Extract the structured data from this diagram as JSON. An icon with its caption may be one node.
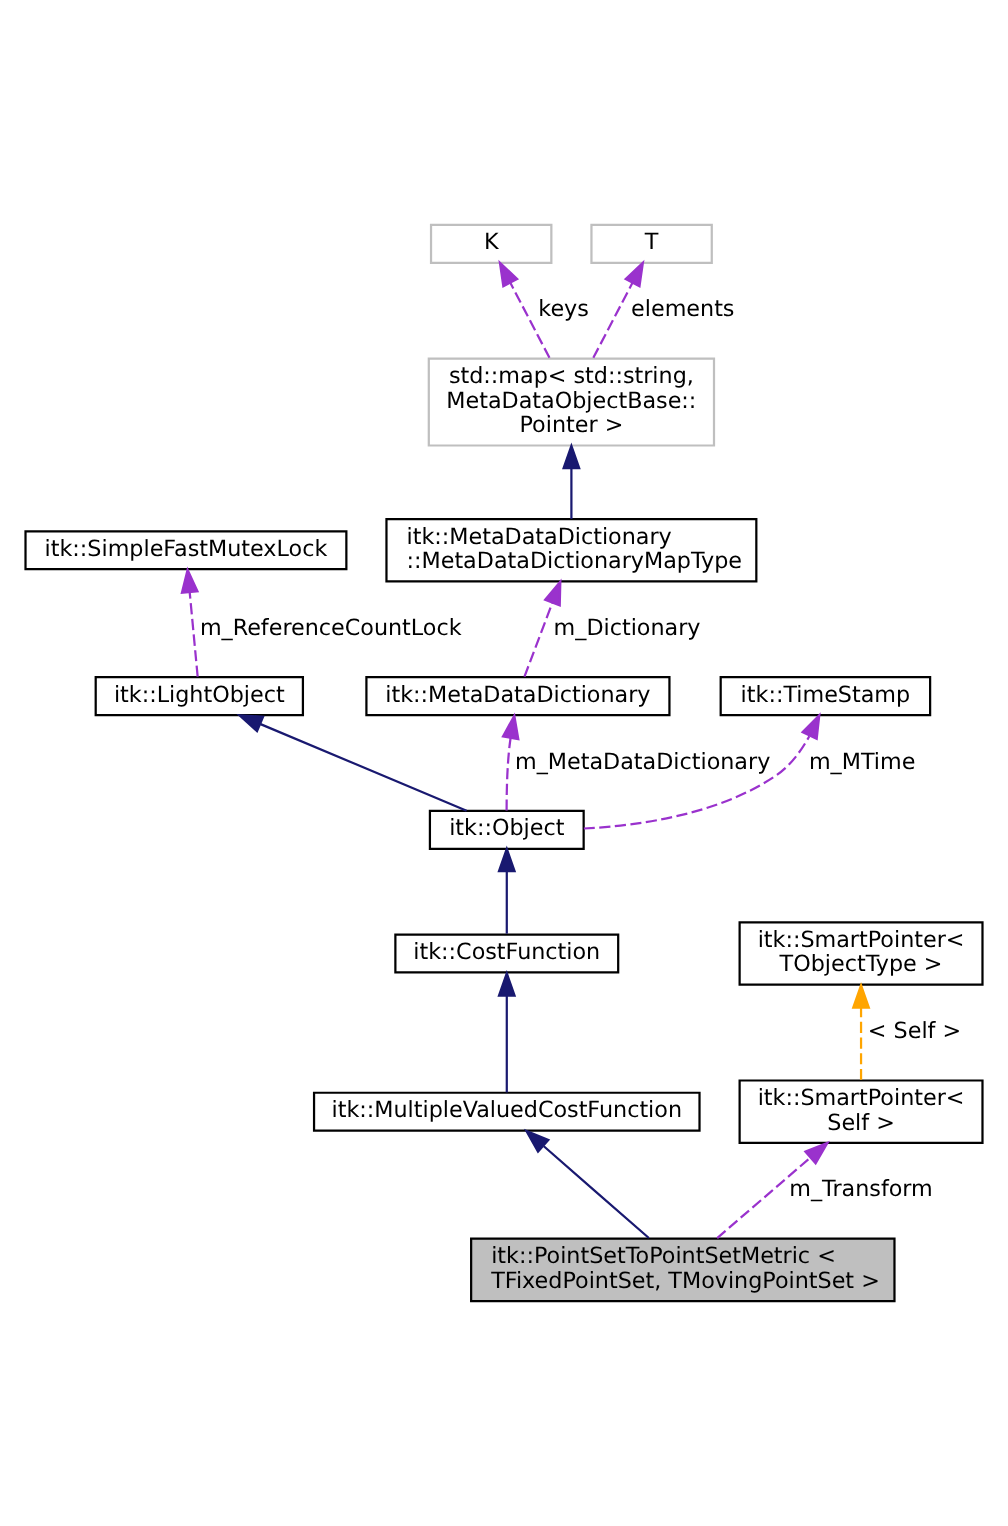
{
  "diagram": {
    "nodes": [
      {
        "text": [
          "K"
        ]
      },
      {
        "text": [
          "T"
        ]
      },
      {
        "text": [
          "std::map< std::string, MetaDataObjectBase:: Pointer >"
        ]
      },
      {
        "text": [
          "itk::SimpleFastMutexLock"
        ]
      },
      {
        "text": [
          "itk::MetaDataDictionary ::MetaDataDictionaryMapType"
        ]
      },
      {
        "text": [
          "itk::LightObject"
        ]
      },
      {
        "text": [
          "itk::MetaDataDictionary"
        ]
      },
      {
        "text": [
          "itk::TimeStamp"
        ]
      },
      {
        "text": [
          "itk::Object"
        ]
      },
      {
        "text": [
          "itk::CostFunction"
        ]
      },
      {
        "text": [
          "itk::SmartPointer< TObjectType >"
        ]
      },
      {
        "text": [
          "itk::MultipleValuedCostFunction"
        ]
      },
      {
        "text": [
          "itk::SmartPointer< Self >"
        ]
      },
      {
        "text": [
          "itk::PointSetToPointSetMetric < TFixedPointSet, TMovingPointSet >"
        ]
      }
    ],
    "edges": [
      {
        "from": 2,
        "to": 0,
        "arrow": "to",
        "label": "keys",
        "style": "dashed"
      },
      {
        "from": 2,
        "to": 1,
        "arrow": "to",
        "label": "elements",
        "style": "dashed"
      },
      {
        "from": 4,
        "to": 2,
        "arrow": "to",
        "color": "#191970"
      },
      {
        "from": 5,
        "to": 3,
        "arrow": "to",
        "label": "m_ReferenceCountLock",
        "style": "dashed"
      },
      {
        "from": 6,
        "to": 4,
        "arrow": "to",
        "label": "m_Dictionary",
        "style": "dashed"
      },
      {
        "from": 8,
        "to": 5,
        "arrow": "to",
        "color": "#191970"
      },
      {
        "from": 8,
        "to": 6,
        "arrow": "to",
        "label": "m_MetaDataDictionary",
        "style": "dashed"
      },
      {
        "from": 8,
        "to": 7,
        "arrow": "to",
        "label": "m_MTime",
        "style": "dashed"
      },
      {
        "from": 9,
        "to": 8,
        "arrow": "to",
        "color": "#191970"
      },
      {
        "from": 11,
        "to": 9,
        "arrow": "to",
        "color": "#191970"
      },
      {
        "from": 12,
        "to": 10,
        "arrow": "to",
        "label": "< Self >",
        "style": "dashed",
        "color": "#ffa500"
      },
      {
        "from": 13,
        "to": 11,
        "arrow": "to",
        "color": "#191970"
      },
      {
        "from": 13,
        "to": 12,
        "arrow": "to",
        "label": "m_Transform",
        "style": "dashed"
      }
    ]
  }
}
